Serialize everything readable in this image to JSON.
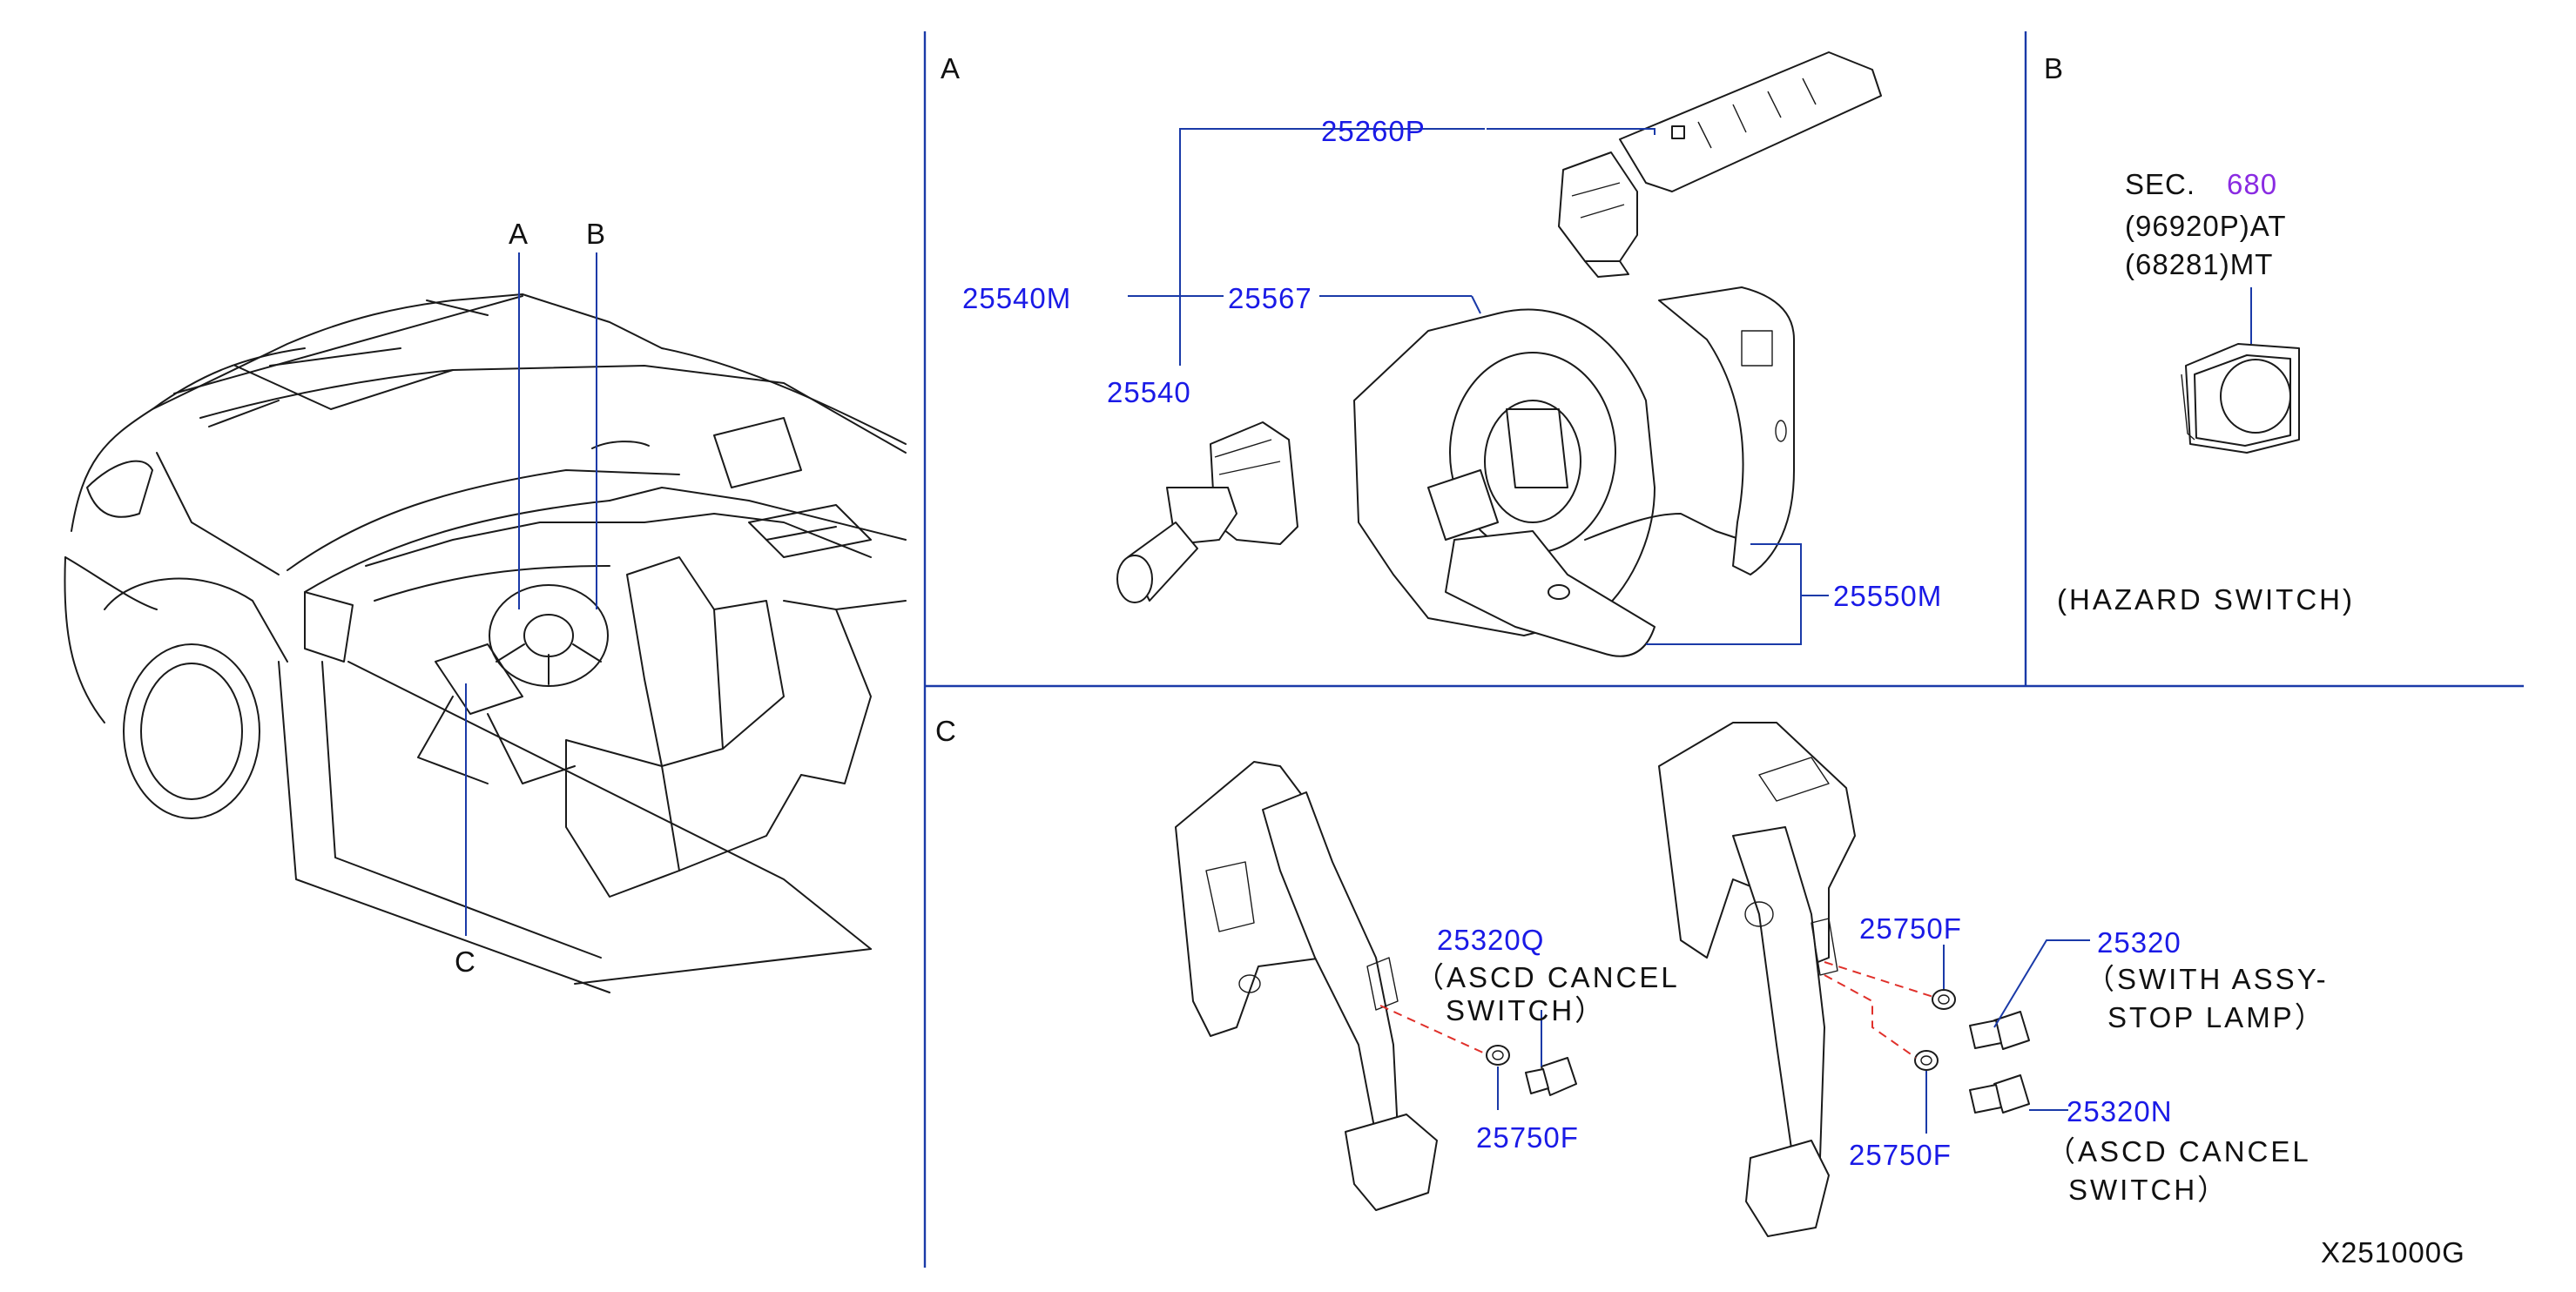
{
  "colors": {
    "part_number": "#1a1ae6",
    "leader_line": "#1a3aa8",
    "section_ref": "#8a2be2",
    "drawing": "#1a1a1a",
    "hidden_line": "#e0302a",
    "frame": "#1a3aa8"
  },
  "overview": {
    "callout_a": "A",
    "callout_b": "B",
    "callout_c": "C"
  },
  "section_a": {
    "title": "A",
    "parts": {
      "p25260P": "25260P",
      "p25540M": "25540M",
      "p25567": "25567",
      "p25540": "25540",
      "p25550M": "25550M"
    }
  },
  "section_b": {
    "title": "B",
    "sec_prefix": "SEC.",
    "sec_number": "680",
    "line_at": "(96920P)AT",
    "line_mt": "(68281)MT",
    "caption": "(HAZARD   SWITCH)"
  },
  "section_c": {
    "title": "C",
    "p25320Q": "25320Q",
    "p25320Q_desc1": "（ASCD  CANCEL",
    "p25320Q_desc2": "SWITCH）",
    "p25750F_left": "25750F",
    "p25750F_top": "25750F",
    "p25750F_bottom": "25750F",
    "p25320": "25320",
    "p25320_desc1": "（SWITH   ASSY-",
    "p25320_desc2": "STOP   LAMP）",
    "p25320N": "25320N",
    "p25320N_desc1": "（ASCD   CANCEL",
    "p25320N_desc2": "SWITCH）"
  },
  "drawing_code": "X251000G"
}
